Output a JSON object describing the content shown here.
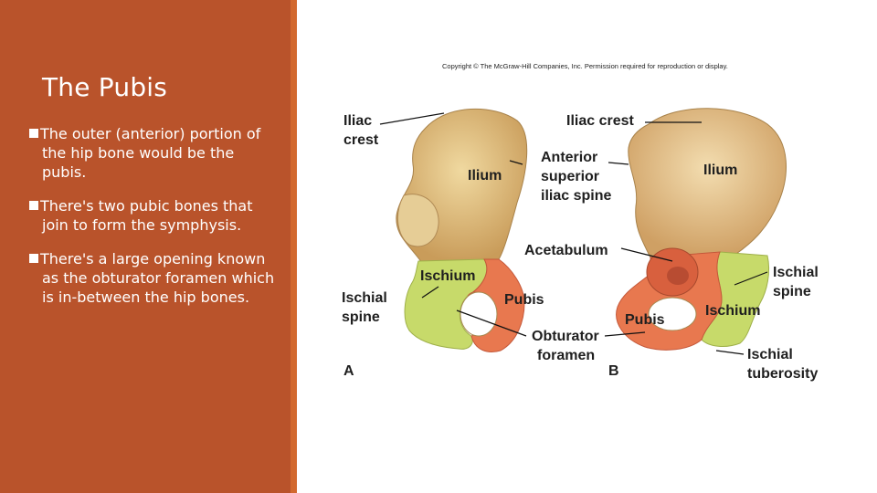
{
  "slide": {
    "title": "The Pubis",
    "bullets": [
      "The outer (anterior) portion of the hip bone would be the pubis.",
      "There's two pubic bones that join to form the symphysis.",
      "There's a large opening known as the obturator foramen which is in-between the hip bones."
    ]
  },
  "figure": {
    "copyright": "Copyright © The McGraw-Hill Companies, Inc. Permission required for reproduction or display.",
    "labels": {
      "iliac_crest_a_line1": "Iliac",
      "iliac_crest_a_line2": "crest",
      "iliac_crest_b": "Iliac crest",
      "ilium_a": "Ilium",
      "ilium_b": "Ilium",
      "anterior_superior_iliac_spine_line1": "Anterior",
      "anterior_superior_iliac_spine_line2": "superior",
      "anterior_superior_iliac_spine_line3": "iliac spine",
      "acetabulum": "Acetabulum",
      "ischium_a": "Ischium",
      "ischium_b": "Ischium",
      "ischial_spine_a_line1": "Ischial",
      "ischial_spine_a_line2": "spine",
      "ischial_spine_b_line1": "Ischial",
      "ischial_spine_b_line2": "spine",
      "pubis_a": "Pubis",
      "pubis_b": "Pubis",
      "obturator_foramen_line1": "Obturator",
      "obturator_foramen_line2": "foramen",
      "ischial_tuberosity_line1": "Ischial",
      "ischial_tuberosity_line2": "tuberosity",
      "view_a": "A",
      "view_b": "B"
    },
    "colors": {
      "ilium": "#e2c27f",
      "ischium": "#c9dc6a",
      "pubis": "#e8784f"
    }
  }
}
